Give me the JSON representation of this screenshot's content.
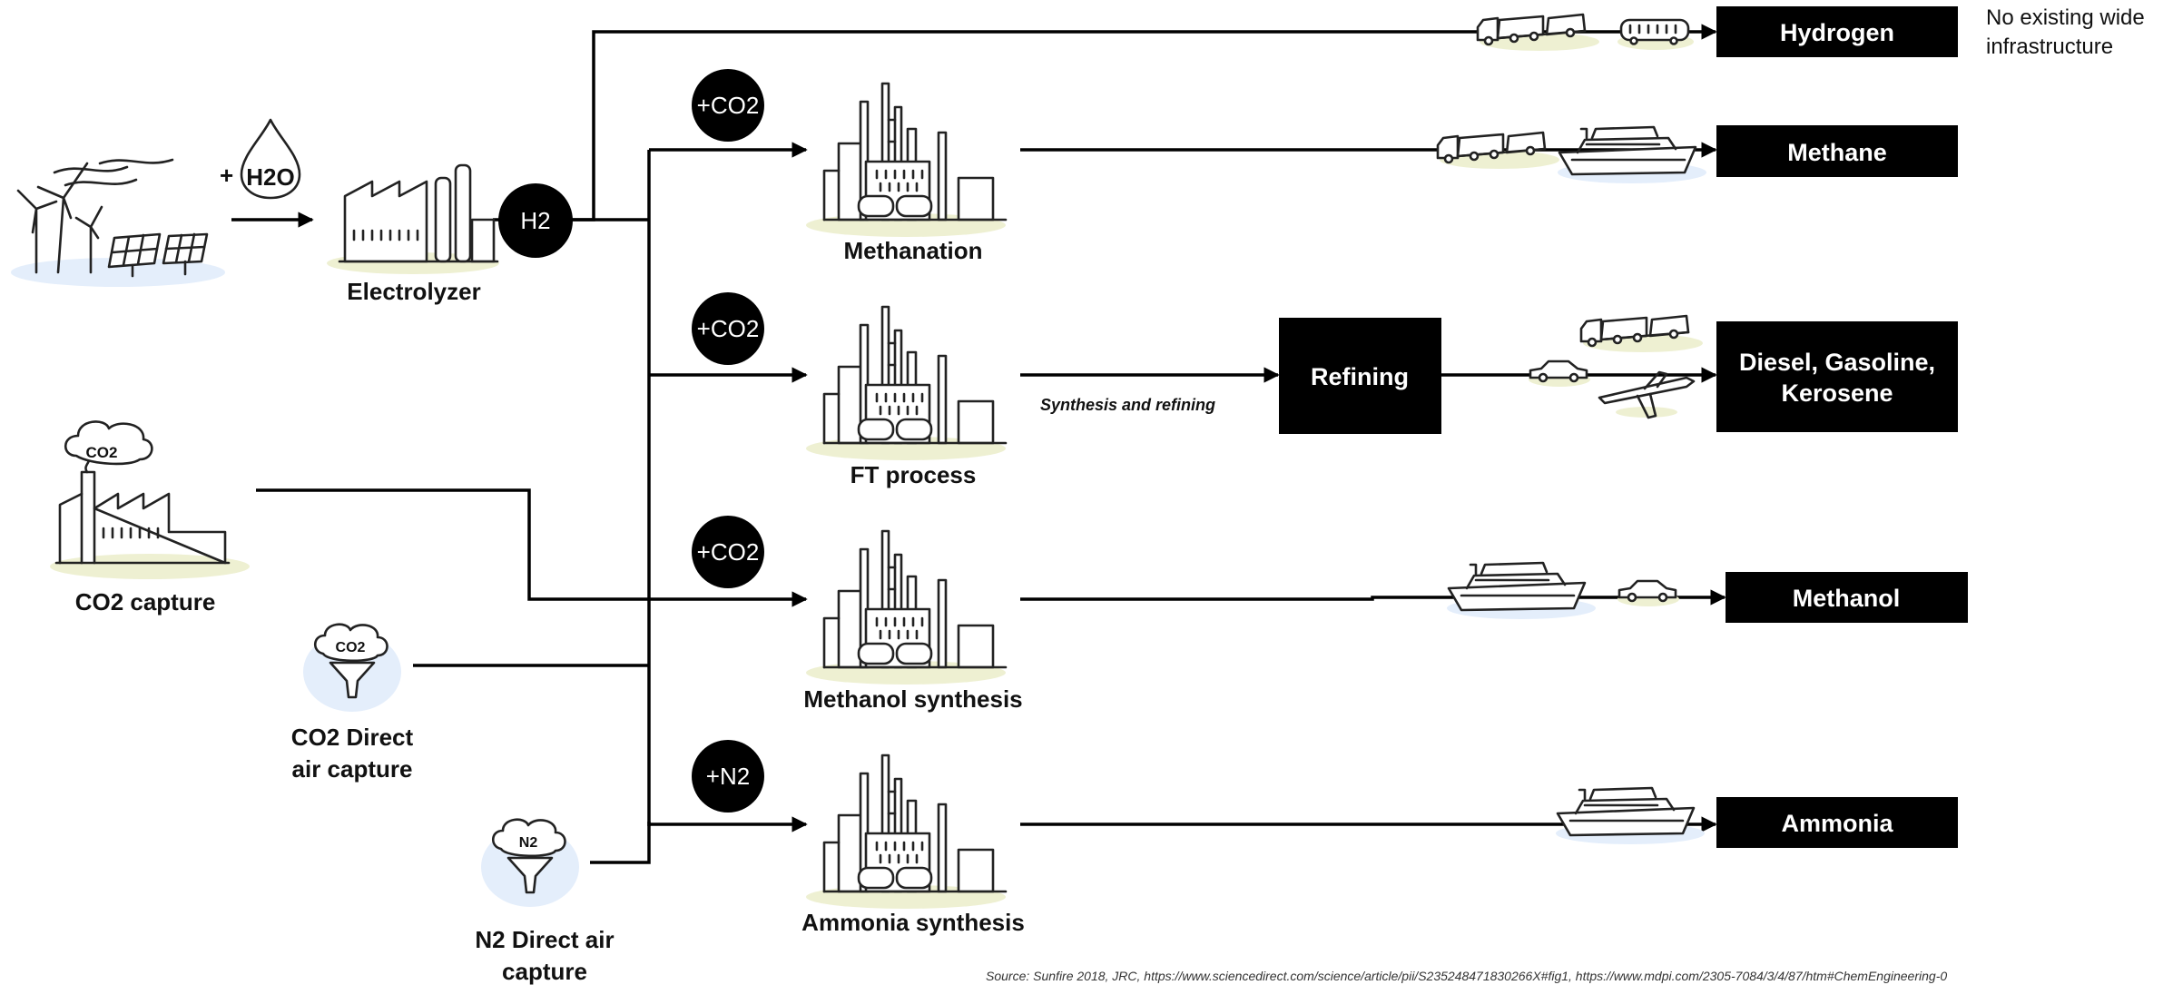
{
  "inputs": {
    "water": "H2O",
    "water_prefix": "+",
    "electrolyzer": "Electrolyzer",
    "h2": "H2",
    "co2_capture": "CO2 capture",
    "co2_dac_line1": "CO2 Direct",
    "co2_dac_line2": "air capture",
    "n2_dac_line1": "N2 Direct air",
    "n2_dac_line2": "capture",
    "cloud_co2": "CO2",
    "cloud_n2": "N2"
  },
  "additives": {
    "methanation": "+CO2",
    "ft": "+CO2",
    "methanol": "+CO2",
    "ammonia": "+N2"
  },
  "processes": {
    "methanation": "Methanation",
    "ft": "FT process",
    "methanol": "Methanol synthesis",
    "ammonia": "Ammonia synthesis"
  },
  "refining": {
    "box": "Refining",
    "caption": "Synthesis and refining"
  },
  "products": {
    "hydrogen": "Hydrogen",
    "methane": "Methane",
    "diesel_line1": "Diesel, Gasoline,",
    "diesel_line2": "Kerosene",
    "methanol": "Methanol",
    "ammonia": "Ammonia"
  },
  "notes": {
    "hydrogen_line1": "No existing wide",
    "hydrogen_line2": "infrastructure"
  },
  "source": "Source: Sunfire 2018, JRC, https://www.sciencedirect.com/science/article/pii/S235248471830266X#fig1, https://www.mdpi.com/2305-7084/3/4/87/htm#ChemEngineering-0",
  "colors": {
    "box": "#000000",
    "ground_tint": "#eef0d2",
    "water_tint": "#e4eefb"
  },
  "icons": [
    "wind-turbine-icon",
    "solar-panel-icon",
    "water-drop-icon",
    "factory-icon",
    "chemical-plant-icon",
    "truck-icon",
    "bus-icon",
    "ship-icon",
    "car-icon",
    "airplane-icon",
    "cloud-icon",
    "funnel-icon"
  ]
}
